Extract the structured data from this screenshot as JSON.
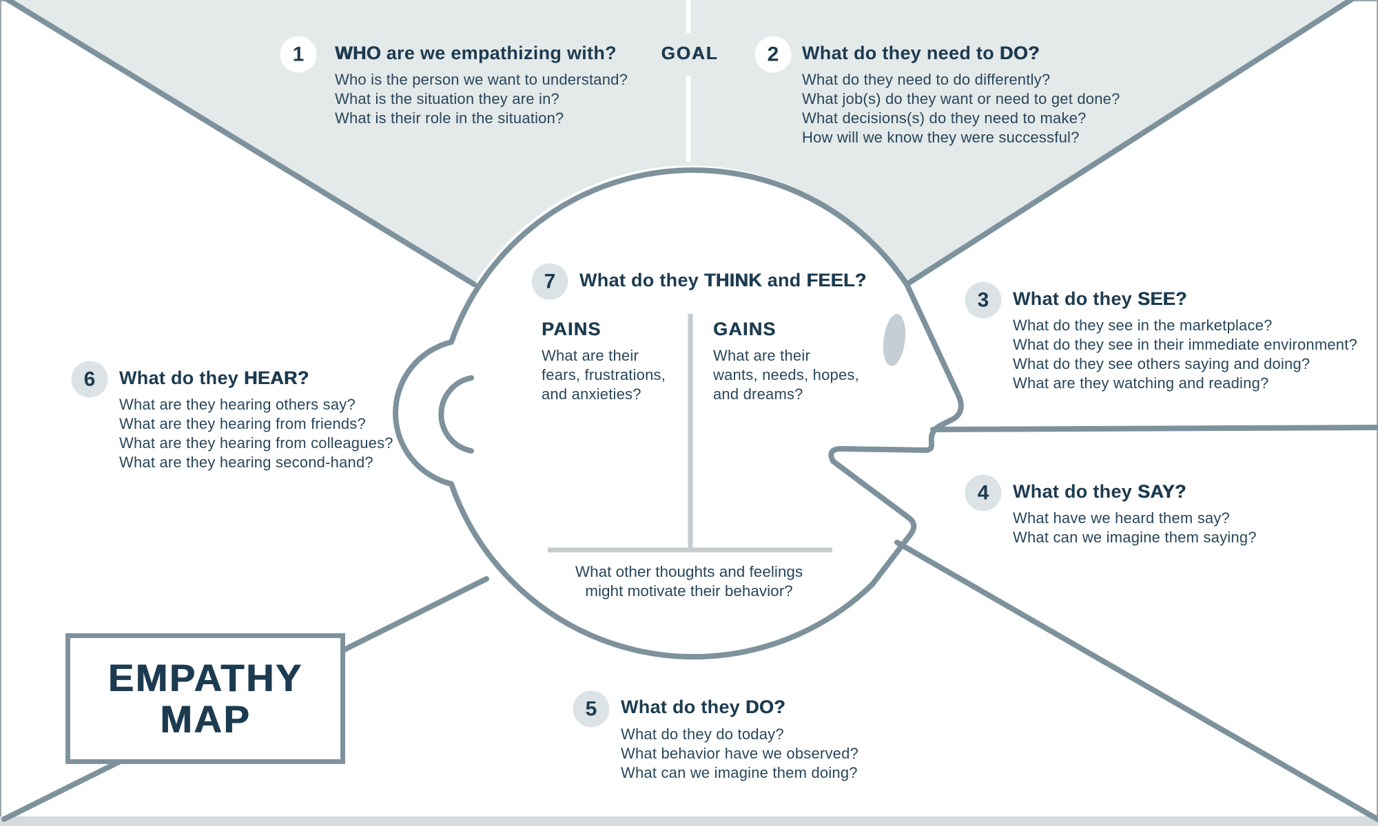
{
  "brand": {
    "title_line1": "EMPATHY",
    "title_line2": "MAP"
  },
  "goal": {
    "label": "GOAL"
  },
  "sections": {
    "who": {
      "num": "1",
      "title": {
        "pre": "",
        "strong": "WHO",
        "mid": " are we empathizing with?",
        "strong2": ""
      },
      "questions": [
        "Who is the person we want to understand?",
        "What is the situation they are in?",
        "What is their role in the situation?"
      ]
    },
    "need_do": {
      "num": "2",
      "title": {
        "pre": "What do they need to ",
        "strong": "DO?",
        "mid": "",
        "strong2": ""
      },
      "questions": [
        "What do they need to do differently?",
        "What job(s) do they want or need to get done?",
        "What decisions(s) do they need to make?",
        "How will we know they were successful?"
      ]
    },
    "see": {
      "num": "3",
      "title": {
        "pre": "What do they ",
        "strong": "SEE?",
        "mid": "",
        "strong2": ""
      },
      "questions": [
        "What do they see in the marketplace?",
        "What do they see in their immediate environment?",
        "What do they see others saying and doing?",
        "What are they watching and reading?"
      ]
    },
    "say": {
      "num": "4",
      "title": {
        "pre": "What do they ",
        "strong": "SAY?",
        "mid": "",
        "strong2": ""
      },
      "questions": [
        "What have we heard them say?",
        "What can we imagine them saying?"
      ]
    },
    "do": {
      "num": "5",
      "title": {
        "pre": "What do they ",
        "strong": "DO?",
        "mid": "",
        "strong2": ""
      },
      "questions": [
        "What do they do today?",
        "What behavior have we observed?",
        "What can we imagine them doing?"
      ]
    },
    "hear": {
      "num": "6",
      "title": {
        "pre": "What do they ",
        "strong": "HEAR?",
        "mid": "",
        "strong2": ""
      },
      "questions": [
        "What are they hearing others say?",
        "What are they hearing from friends?",
        "What are they hearing from colleagues?",
        "What are they hearing second-hand?"
      ]
    },
    "think_feel": {
      "num": "7",
      "title": {
        "pre": "What do they ",
        "strong": "THINK",
        "mid": " and ",
        "strong2": "FEEL?"
      },
      "pains": {
        "label": "PAINS",
        "lines": [
          "What are their",
          "fears, frustrations,",
          "and anxieties?"
        ]
      },
      "gains": {
        "label": "GAINS",
        "lines": [
          "What are their",
          "wants, needs, hopes,",
          "and dreams?"
        ]
      },
      "footer": [
        "What other thoughts and feelings",
        "might motivate their behavior?"
      ]
    }
  },
  "colors": {
    "navy": "#1d3b50",
    "body_text": "#29465a",
    "line": "#7e929d",
    "panel_gray": "#e4e9ea",
    "badge_gray": "#dce3e6",
    "badge_white": "#ffffff",
    "eye": "#c4ced4",
    "divider": "#c6cbce",
    "goal_line": "#ffffff",
    "border": "#9da8ad",
    "strip": "#d6dbdd",
    "background": "#ffffff"
  }
}
